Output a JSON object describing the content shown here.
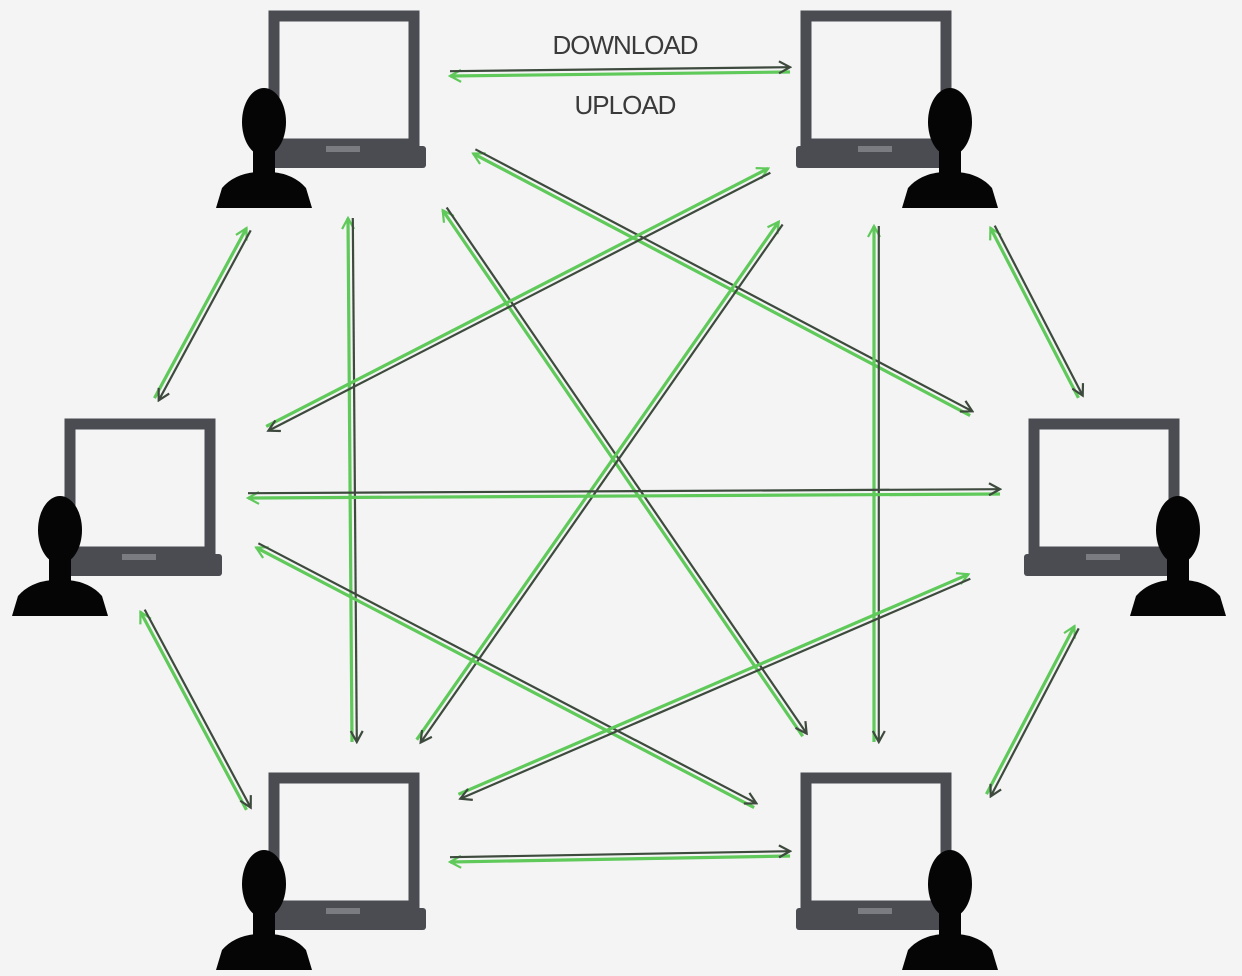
{
  "labels": {
    "download": "DOWNLOAD",
    "upload": "UPLOAD"
  },
  "colors": {
    "background": "#f4f4f4",
    "dark_line": "#3d4a3d",
    "green_line": "#5fc95a",
    "laptop": "#4a4c52",
    "user": "#050505"
  },
  "nodes": [
    {
      "id": "top-left",
      "user_side": "left"
    },
    {
      "id": "top-right",
      "user_side": "right"
    },
    {
      "id": "mid-left",
      "user_side": "left"
    },
    {
      "id": "mid-right",
      "user_side": "right"
    },
    {
      "id": "bottom-left",
      "user_side": "left"
    },
    {
      "id": "bottom-right",
      "user_side": "right"
    }
  ],
  "connections": [
    {
      "from": "top-left",
      "to": "top-right"
    },
    {
      "from": "top-left",
      "to": "mid-left"
    },
    {
      "from": "top-left",
      "to": "bottom-left"
    },
    {
      "from": "top-left",
      "to": "mid-right"
    },
    {
      "from": "top-left",
      "to": "bottom-right"
    },
    {
      "from": "top-right",
      "to": "mid-left"
    },
    {
      "from": "top-right",
      "to": "bottom-left"
    },
    {
      "from": "top-right",
      "to": "bottom-right"
    },
    {
      "from": "top-right",
      "to": "mid-right"
    },
    {
      "from": "mid-left",
      "to": "mid-right"
    },
    {
      "from": "mid-left",
      "to": "bottom-right"
    },
    {
      "from": "mid-left",
      "to": "bottom-left"
    },
    {
      "from": "mid-right",
      "to": "bottom-left"
    },
    {
      "from": "mid-right",
      "to": "bottom-right"
    },
    {
      "from": "bottom-left",
      "to": "bottom-right"
    }
  ]
}
